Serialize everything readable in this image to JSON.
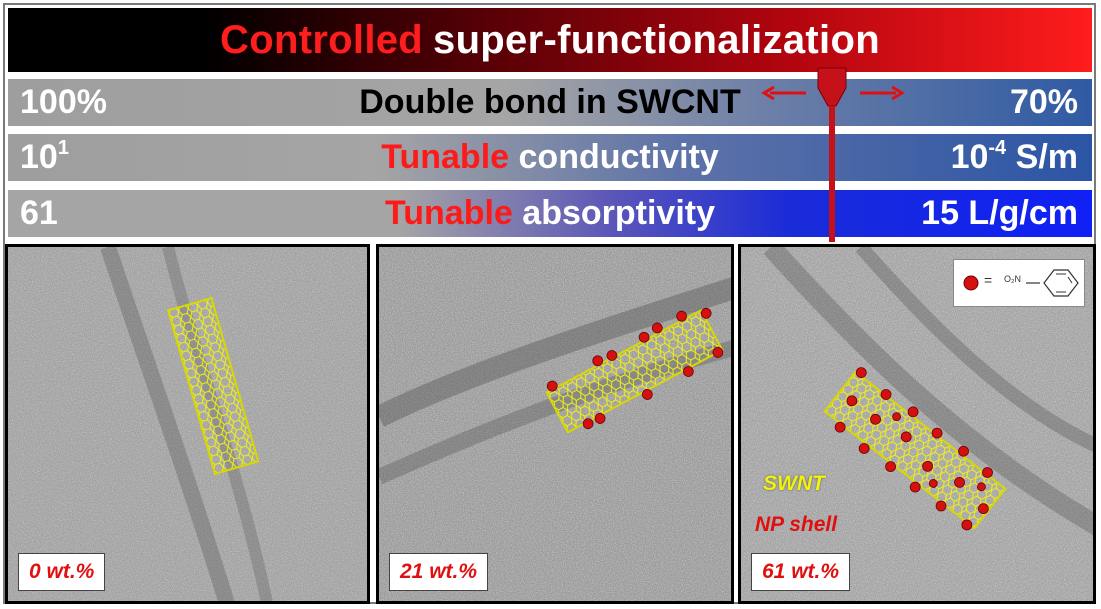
{
  "title": {
    "highlight": "Controlled",
    "rest": "super-functionalization"
  },
  "rows": [
    {
      "left": "100%",
      "center_highlight": "",
      "center": "Double bond in SWCNT",
      "right": "70%"
    },
    {
      "left_base": "10",
      "left_exp": "1",
      "center_highlight": "Tunable",
      "center": "conductivity",
      "right_base": "10",
      "right_exp": "-4",
      "right_unit": "S/m"
    },
    {
      "left": "61",
      "center_highlight": "Tunable",
      "center": "absorptivity",
      "right": "15 L/g/cm"
    }
  ],
  "panels": [
    {
      "label": "0 wt.%"
    },
    {
      "label": "21 wt.%"
    },
    {
      "label": "61 wt.%"
    }
  ],
  "legend": {
    "eq": "=",
    "group": "O₂N"
  },
  "annotations": {
    "swnt": "SWNT",
    "np": "NP shell"
  },
  "colors": {
    "accent_red": "#ff1e1e",
    "tube_yellow": "#f2f20c",
    "np_red": "#d41010",
    "blue": "#0f20f5"
  }
}
